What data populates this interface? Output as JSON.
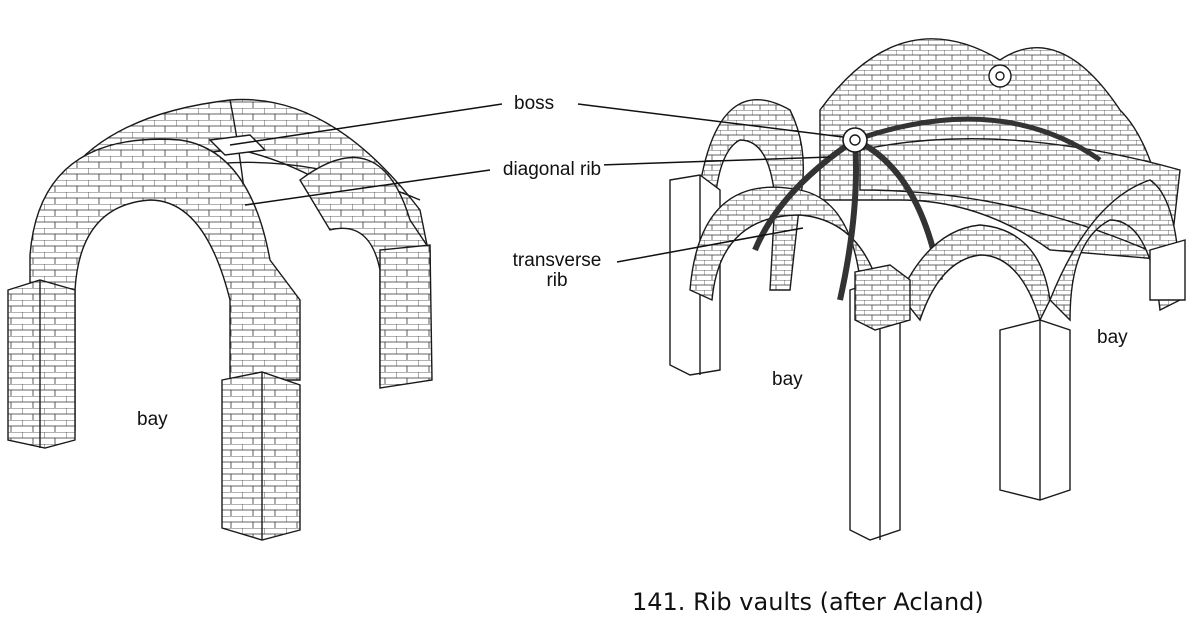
{
  "labels": {
    "boss": "boss",
    "diagonal_rib": "diagonal rib",
    "transverse_rib": "transverse rib",
    "bay_left": "bay",
    "bay_center": "bay",
    "bay_right": "bay"
  },
  "caption": {
    "number": "141.",
    "title": "Rib vaults (after Acland)"
  }
}
